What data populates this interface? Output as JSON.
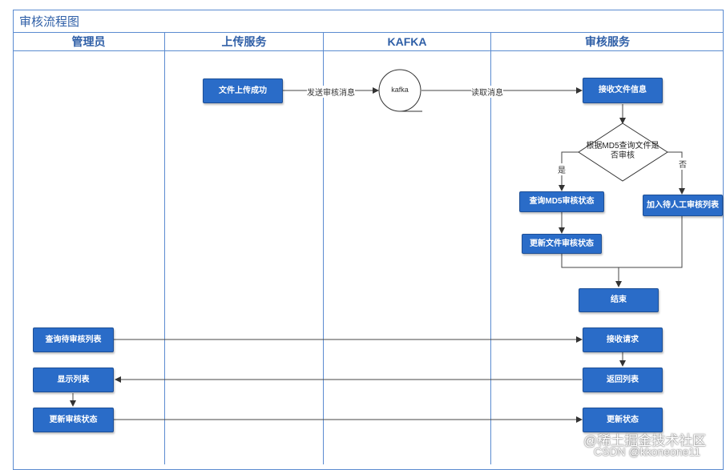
{
  "diagram": {
    "title": "审核流程图",
    "lanes": [
      "管理员",
      "上传服务",
      "KAFKA",
      "审核服务"
    ],
    "nodes": {
      "upload_success": "文件上传成功",
      "kafka": "kafka",
      "receive_file": "接收文件信息",
      "decision": "根据MD5查询文件是否审核",
      "query_md5": "查询MD5审核状态",
      "add_manual": "加入待人工审核列表",
      "update_file_status": "更新文件审核状态",
      "end": "结束",
      "query_pending": "查询待审核列表",
      "receive_request": "接收请求",
      "show_list": "显示列表",
      "return_list": "返回列表",
      "update_audit": "更新审核状态",
      "update_status": "更新状态"
    },
    "edge_labels": {
      "send_msg": "发送审核消息",
      "read_msg": "读取消息",
      "yes": "是",
      "no": "否"
    }
  },
  "watermark": {
    "line1": "@稀土掘金技术社区",
    "line2": "CSDN @kkoneone11"
  }
}
